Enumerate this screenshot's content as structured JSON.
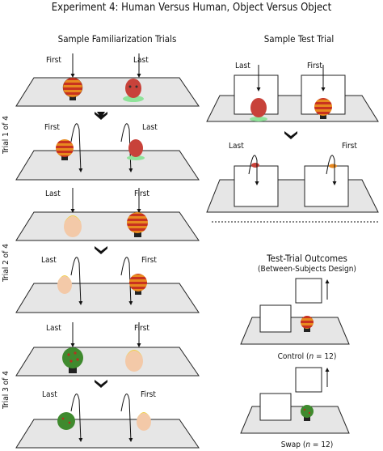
{
  "title": "Experiment 4: Human Versus Human, Object Versus Object",
  "left_panel": {
    "heading": "Sample Familiarization Trials",
    "trial_labels": [
      "Trial 1 of 4",
      "Trial 2 of 4",
      "Trial 3 of 4"
    ],
    "label_first": "First",
    "label_last": "Last"
  },
  "right_panel": {
    "heading": "Sample Test Trial",
    "label_first": "First",
    "label_last": "Last"
  },
  "outcomes": {
    "heading": "Test-Trial Outcomes",
    "subheading": "(Between-Subjects Design)",
    "control_prefix": "Control (",
    "control_n": "n",
    "control_suffix": " = 12)",
    "swap_prefix": "Swap (",
    "swap_n": "n",
    "swap_suffix": " = 12)"
  },
  "colors": {
    "platform_fill": "#e6e6e6",
    "ball_stripe_orange": "#e8891f",
    "ball_stripe_red": "#c8321f",
    "green_ball": "#3f8a2e",
    "doll_red": "#c8423a",
    "doll_blond": "#f0cf4a"
  }
}
